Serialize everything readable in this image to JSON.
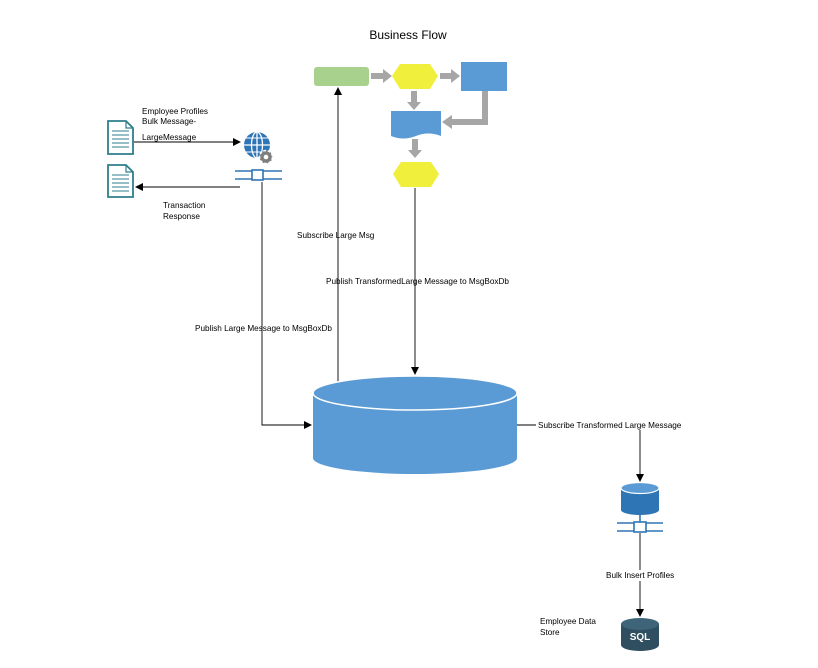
{
  "title": "Business Flow",
  "colors": {
    "blue": "#5b9bd5",
    "blue_dark": "#2e75b6",
    "green": "#a9d18e",
    "yellow": "#f0ef3c",
    "gray_arrow": "#a6a6a6",
    "doc_teal": "#2e7f8c",
    "sql_dark": "#2f4e5f"
  },
  "labels": {
    "employee_profiles_1": "Employee Profiles",
    "employee_profiles_2": "Bulk Message-",
    "employee_profiles_3": "LargeMessage",
    "transaction_response_1": "Transaction",
    "transaction_response_2": "Response",
    "subscribe_large_msg": "Subscribe Large Msg",
    "publish_transformed": "Publish TransformedLarge Message to MsgBoxDb",
    "publish_large": "Publish Large Message to MsgBoxDb",
    "subscribe_transformed": "Subscribe Transformed Large Message",
    "bulk_insert": "Bulk Insert Profiles",
    "employee_store_1": "Employee Data",
    "employee_store_2": "Store",
    "sql": "SQL"
  },
  "icons": {
    "document": "document-icon",
    "web_service": "globe-gear-icon",
    "port": "port-connector-icon",
    "database": "database-icon",
    "sql_database": "sql-database-icon"
  }
}
